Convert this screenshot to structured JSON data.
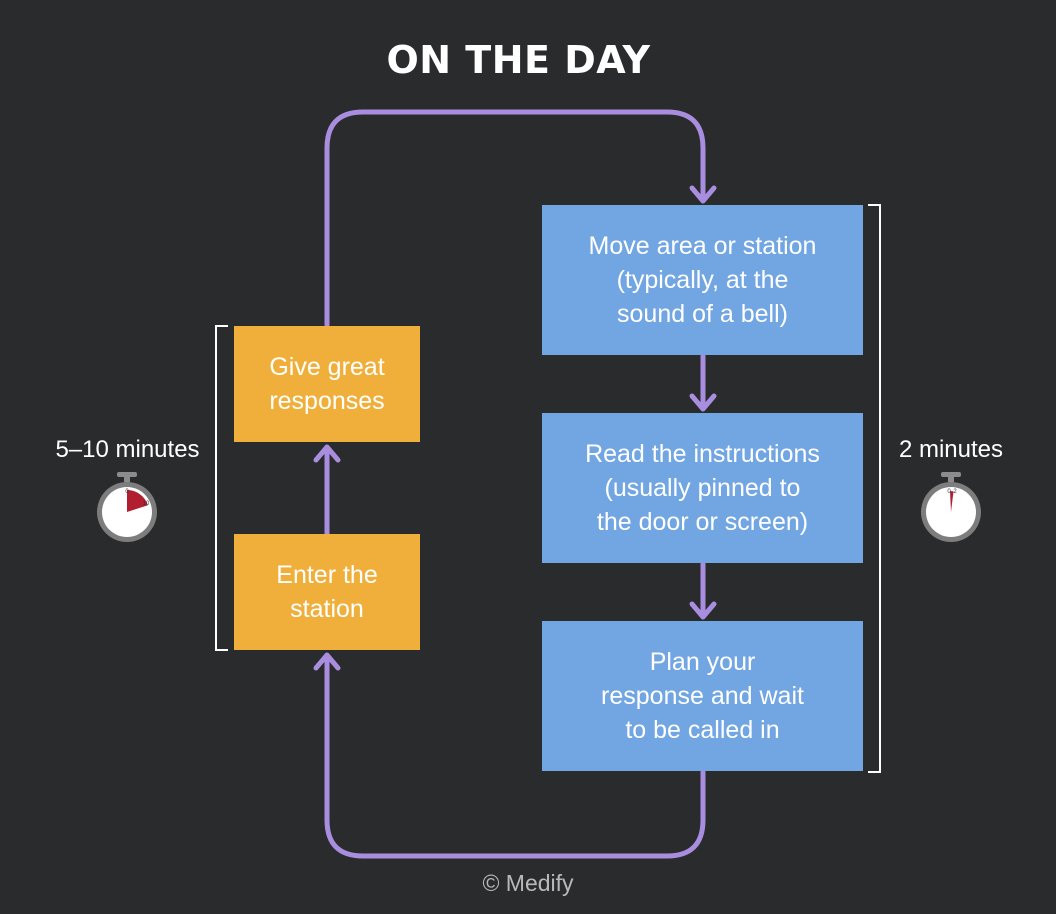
{
  "title": "ON THE DAY",
  "left_column": {
    "duration": "5–10 minutes",
    "steps": [
      "Give great\nresponses",
      "Enter the\nstation"
    ]
  },
  "right_column": {
    "duration": "2 minutes",
    "steps": [
      "Move area or station\n(typically, at the\nsound of a bell)",
      "Read the instructions\n(usually pinned to\nthe door or screen)",
      "Plan your\nresponse and wait\nto be called in"
    ]
  },
  "timers": {
    "left": {
      "marker_a": "0",
      "marker_b": "10"
    },
    "right": {
      "marker_a": "0",
      "marker_b": "2"
    }
  },
  "credit": "© Medify",
  "colors": {
    "background": "#2a2b2d",
    "orange": "#f0af3a",
    "blue": "#72a6e2",
    "connector": "#a98ee0",
    "timer_hand": "#b01e2f"
  }
}
